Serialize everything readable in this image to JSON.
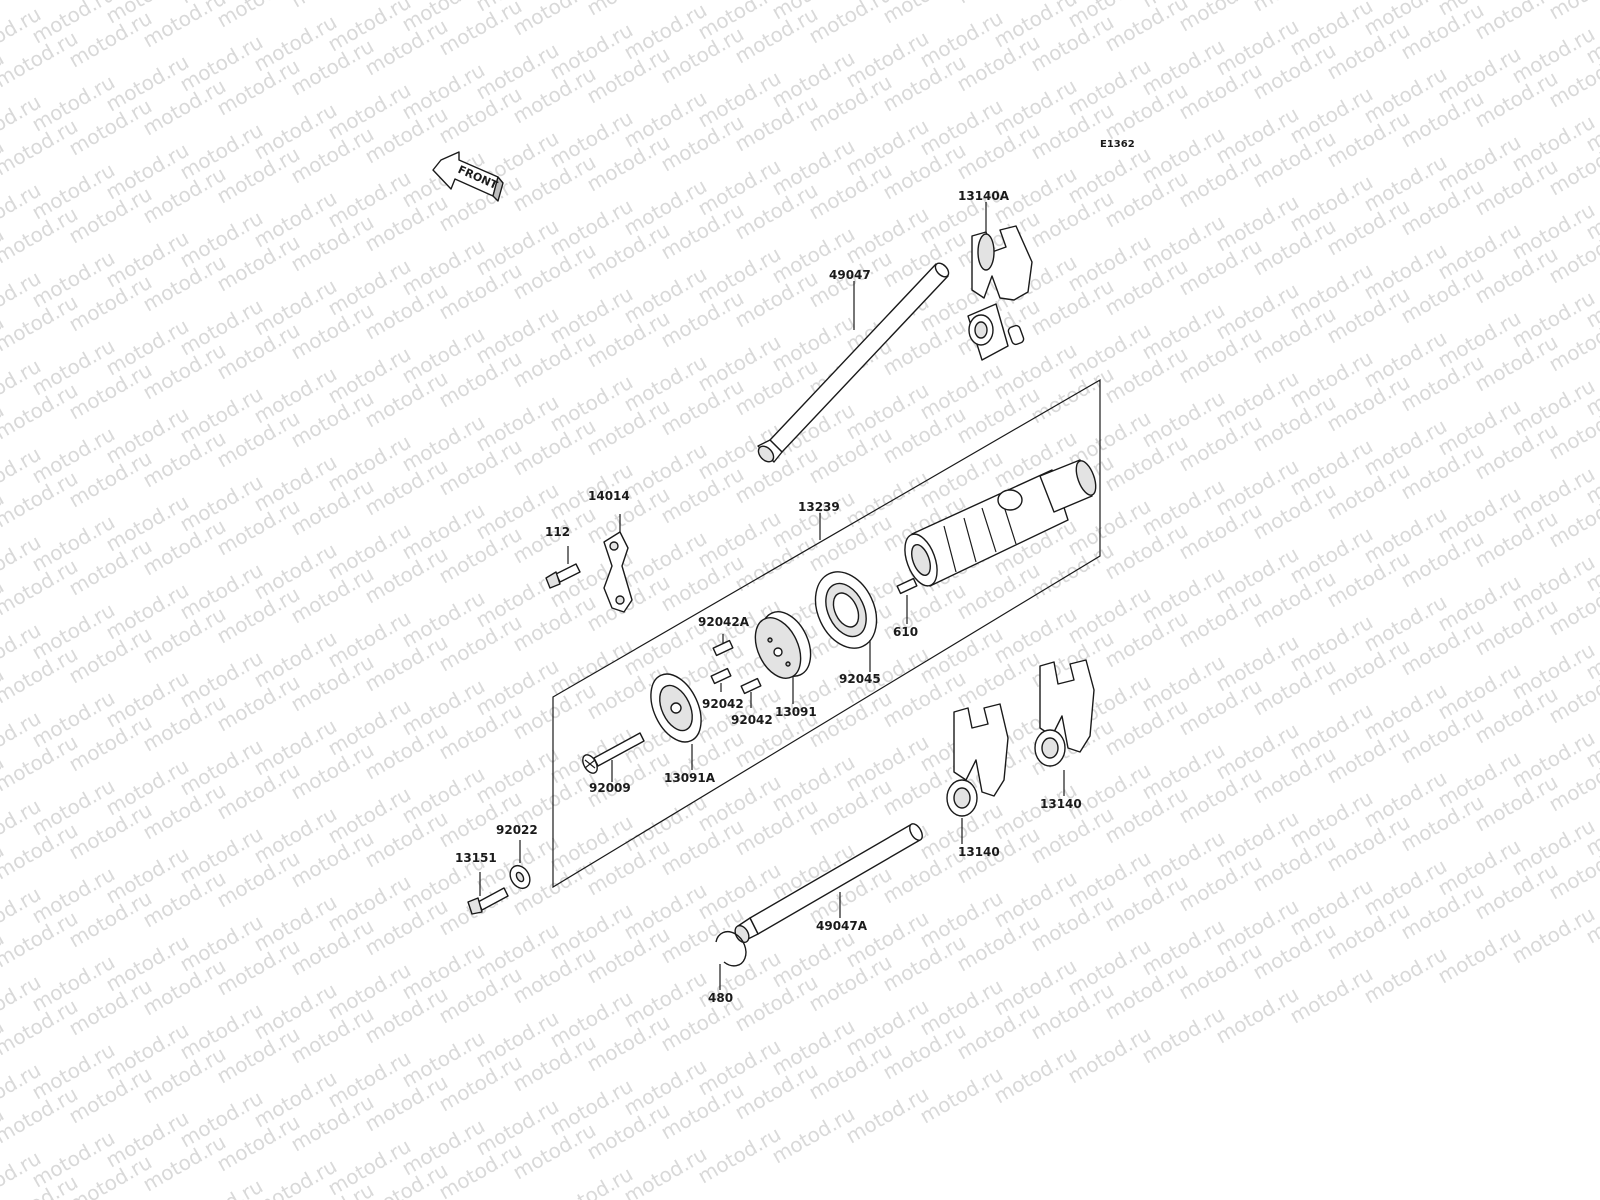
{
  "diagram_code": "E1362",
  "front_arrow_label": "FRONT",
  "watermark": "motod.ru",
  "parts": {
    "p13140A": "13140A",
    "p49047": "49047",
    "p14014": "14014",
    "p112": "112",
    "p13239": "13239",
    "p92042A": "92042A",
    "p610": "610",
    "p92045": "92045",
    "p92042_a": "92042",
    "p13091": "13091",
    "p92042_b": "92042",
    "p92009": "92009",
    "p13091A": "13091A",
    "p92022": "92022",
    "p13151": "13151",
    "p13140_a": "13140",
    "p13140_b": "13140",
    "p49047A": "49047A",
    "p480": "480"
  },
  "colors": {
    "line": "#1a1a1a",
    "watermark": "#d9d9d9",
    "shade": "#e3e3e3"
  }
}
